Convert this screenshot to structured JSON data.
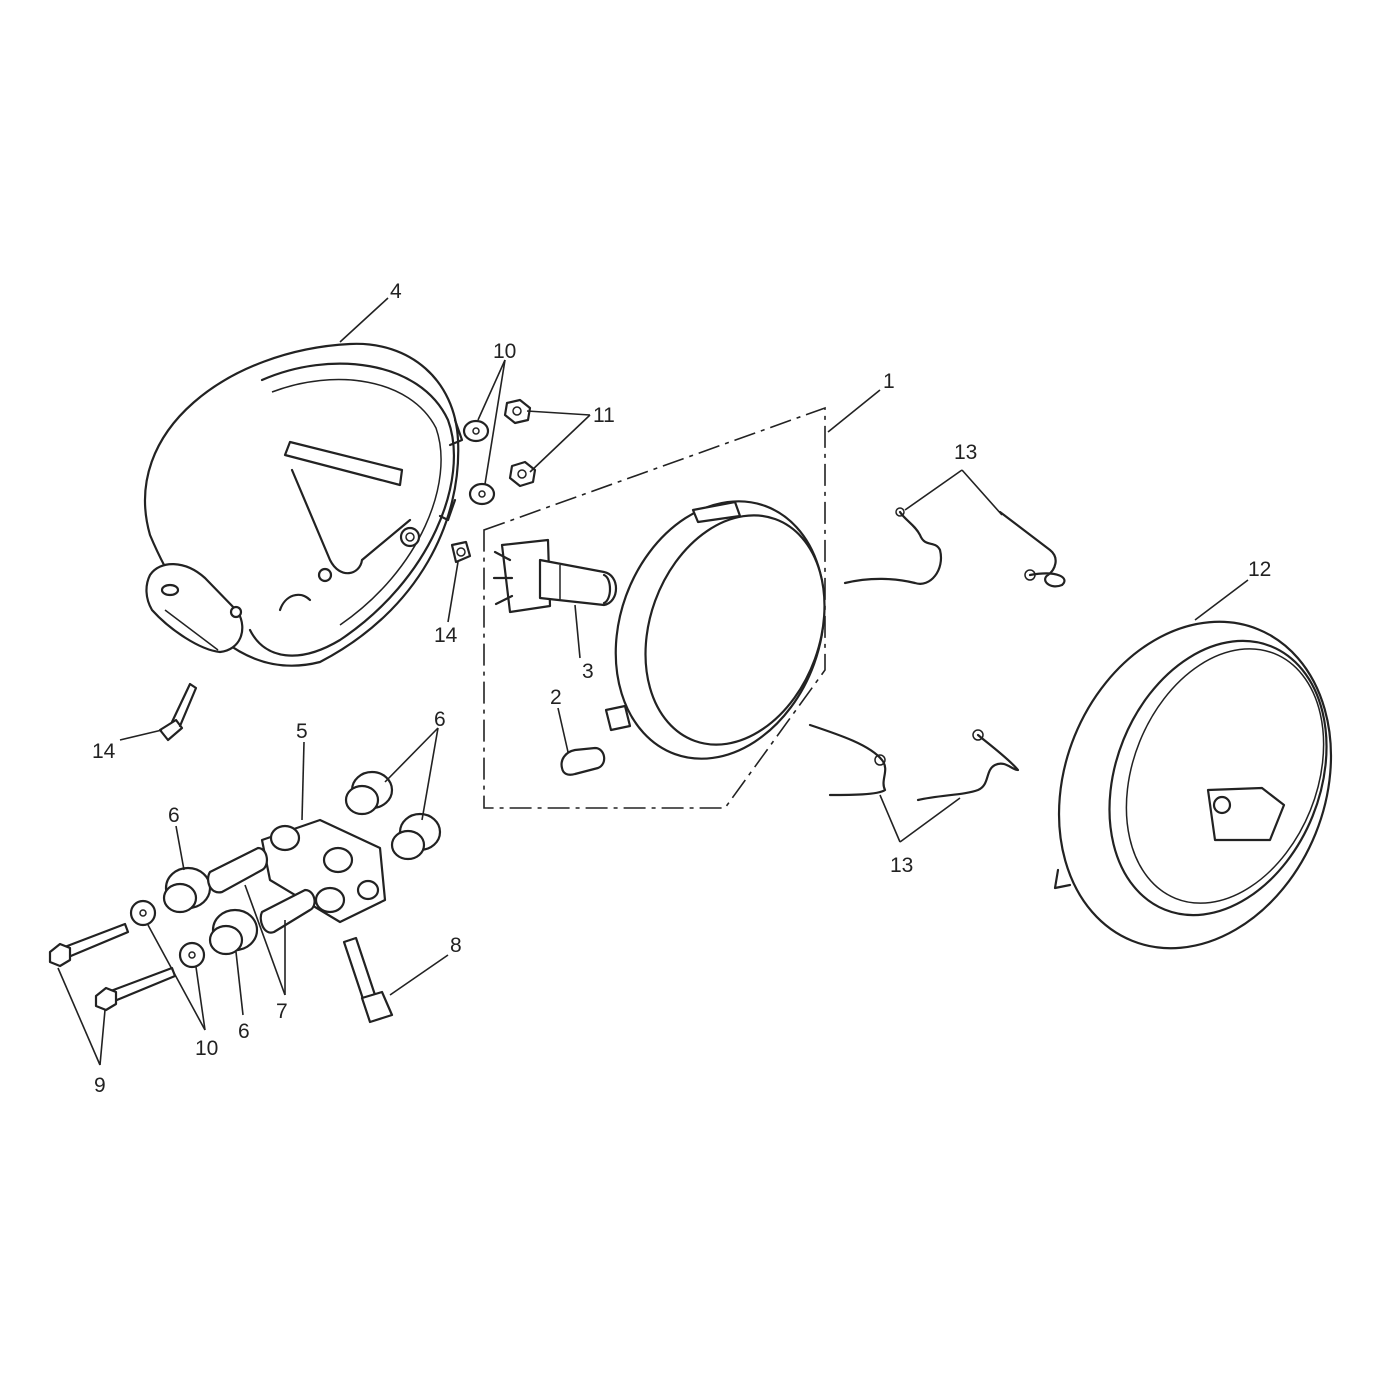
{
  "diagram": {
    "callouts": [
      {
        "id": "c1",
        "text": "1"
      },
      {
        "id": "c2",
        "text": "2"
      },
      {
        "id": "c3",
        "text": "3"
      },
      {
        "id": "c4",
        "text": "4"
      },
      {
        "id": "c5",
        "text": "5"
      },
      {
        "id": "c6a",
        "text": "6"
      },
      {
        "id": "c6b",
        "text": "6"
      },
      {
        "id": "c6c",
        "text": "6"
      },
      {
        "id": "c7",
        "text": "7"
      },
      {
        "id": "c8",
        "text": "8"
      },
      {
        "id": "c9",
        "text": "9"
      },
      {
        "id": "c10a",
        "text": "10"
      },
      {
        "id": "c10b",
        "text": "10"
      },
      {
        "id": "c11",
        "text": "11"
      },
      {
        "id": "c12",
        "text": "12"
      },
      {
        "id": "c13a",
        "text": "13"
      },
      {
        "id": "c13b",
        "text": "13"
      },
      {
        "id": "c14a",
        "text": "14"
      },
      {
        "id": "c14b",
        "text": "14"
      }
    ]
  }
}
